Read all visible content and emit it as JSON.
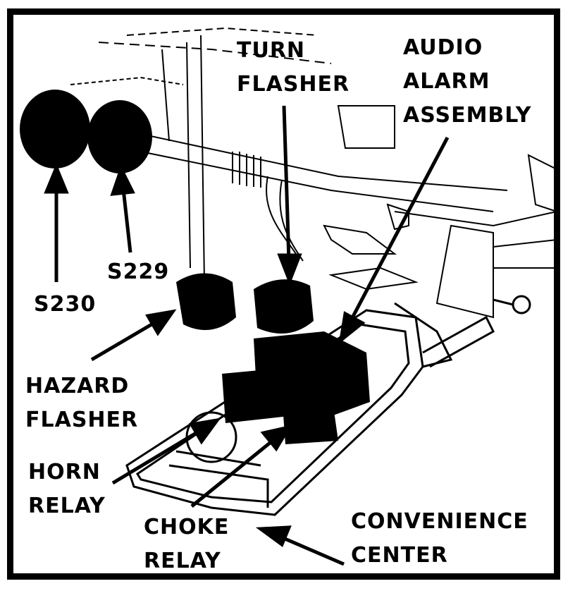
{
  "labels": {
    "turn_flasher": [
      "TURN",
      "FLASHER"
    ],
    "audio_alarm": [
      "AUDIO",
      "ALARM",
      "ASSEMBLY"
    ],
    "s229": "S229",
    "s230": "S230",
    "hazard_flasher": [
      "HAZARD",
      "FLASHER"
    ],
    "horn_relay": [
      "HORN",
      "RELAY"
    ],
    "choke_relay": [
      "CHOKE",
      "RELAY"
    ],
    "convenience_center": [
      "CONVENIENCE",
      "CENTER"
    ]
  },
  "colors": {
    "ink": "#000000",
    "paper": "#ffffff"
  }
}
